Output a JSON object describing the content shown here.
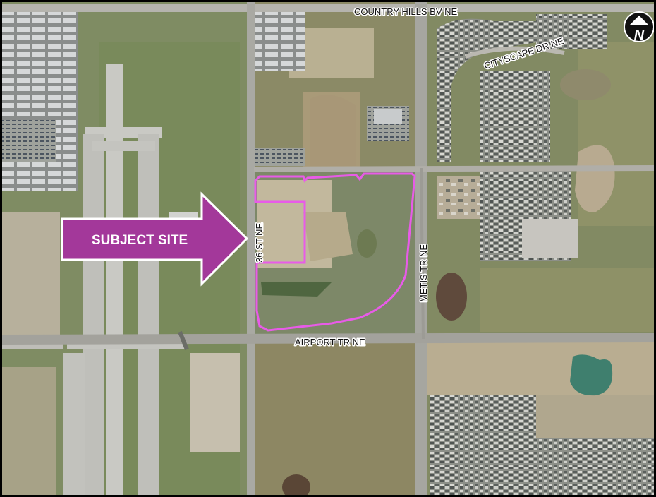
{
  "map": {
    "callout_label": "SUBJECT SITE",
    "north_letter": "N",
    "roads": {
      "country_hills": "COUNTRY HILLS BV NE",
      "cityscape": "CITYSCAPE DR NE",
      "street_36": "36 ST NE",
      "metis": "METIS TR NE",
      "airport": "AIRPORT TR NE"
    },
    "colors": {
      "site_boundary": "#e85be8",
      "callout_fill": "#a3389a",
      "callout_stroke": "#ffffff"
    },
    "icons": [
      "north-arrow-icon"
    ]
  }
}
